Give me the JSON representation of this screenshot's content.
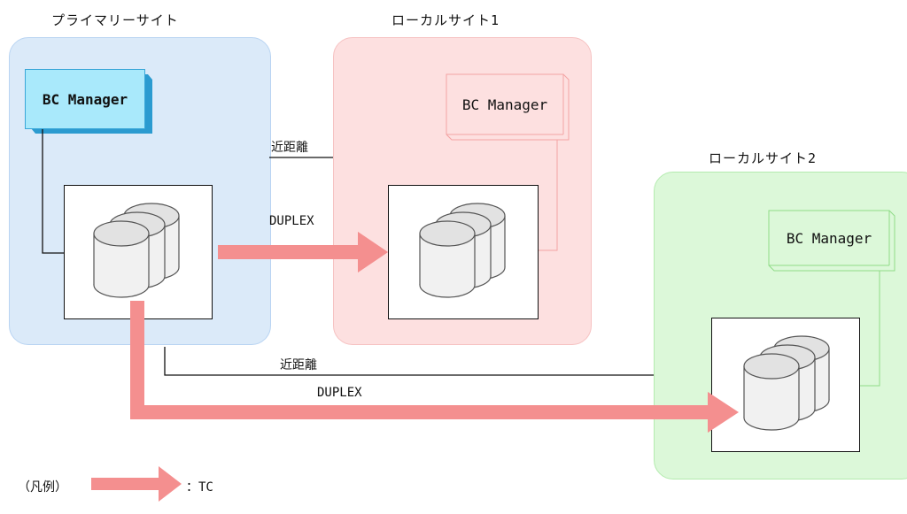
{
  "sites": {
    "primary": {
      "label": "プライマリーサイト",
      "bc_manager": "BC Manager",
      "color": "#dbeaf9",
      "border": "#b9d4f2"
    },
    "local1": {
      "label": "ローカルサイト1",
      "bc_manager": "BC Manager",
      "color": "#fde0e0",
      "border": "#f6c2c2"
    },
    "local2": {
      "label": "ローカルサイト2",
      "bc_manager": "BC Manager",
      "color": "#dcf8d9",
      "border": "#b4ebaf"
    }
  },
  "connections": {
    "to_local1": {
      "distance": "近距離",
      "status": "DUPLEX"
    },
    "to_local2": {
      "distance": "近距離",
      "status": "DUPLEX"
    }
  },
  "legend": {
    "prefix": "（凡例）",
    "label": "：TC"
  },
  "colors": {
    "tc_arrow": "#f48f8f",
    "bcm_box": "#a9e9fb",
    "bcm_box_border": "#3aa7d8"
  }
}
